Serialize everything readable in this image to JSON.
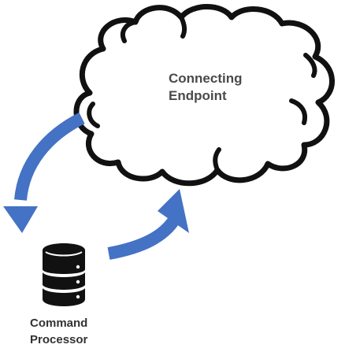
{
  "cloud": {
    "line1": "Connecting",
    "line2": "Endpoint"
  },
  "database": {
    "line1": "Command",
    "line2": "Processor",
    "icon": "database-icon"
  },
  "arrows": {
    "down_arrow_icon": "curved-arrow-down-icon",
    "up_arrow_icon": "curved-arrow-up-icon"
  },
  "colors": {
    "arrow": "#4472C4",
    "cloud_stroke": "#111111",
    "database": "#111111"
  }
}
